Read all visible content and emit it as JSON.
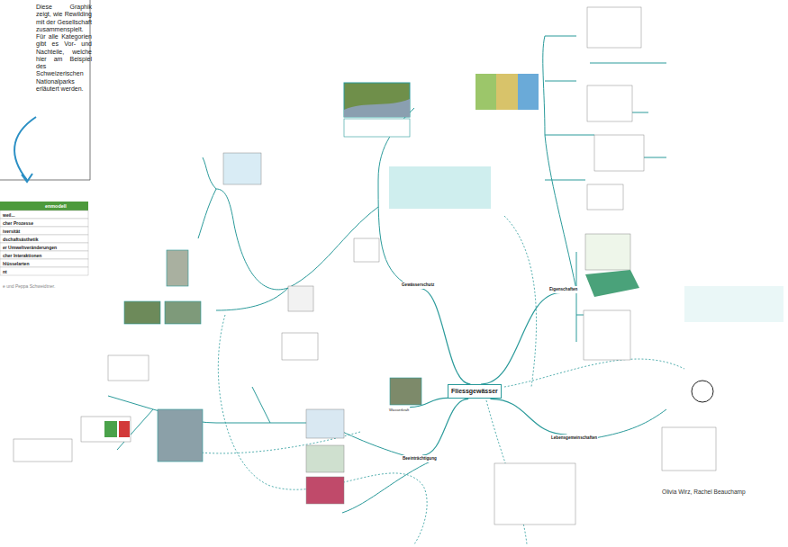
{
  "diagram": {
    "nodes": [
      {
        "text": [
          "Diese Graphik zeigt, wie Rewilding mit der Gesellschaft zusammenspielt. Für alle Kategorien gibt es Vor- und Nachteile, welche hier am Beispiel des Schweizerischen Nationalparks erläutert werden."
        ]
      },
      {
        "text": [
          "Fliessgewässer"
        ]
      },
      {
        "text": [
          "Gewässerschutz"
        ]
      },
      {
        "text": [
          "Eigenschaften"
        ]
      },
      {
        "text": [
          "Lebensgemeinschaften"
        ]
      },
      {
        "text": [
          "Beeinträchtigung"
        ]
      },
      {
        "text": [
          "Wasserkraft"
        ]
      }
    ],
    "edges": [
      {
        "from": 1,
        "to": 2,
        "arrow": "none"
      },
      {
        "from": 1,
        "to": 3,
        "arrow": "none"
      },
      {
        "from": 1,
        "to": 4,
        "arrow": "none"
      },
      {
        "from": 1,
        "to": 5,
        "arrow": "none"
      },
      {
        "from": 1,
        "to": 6,
        "arrow": "none"
      }
    ],
    "labels": [
      "enmodell",
      "weil...",
      "cher Prozesse",
      "iversität",
      "dschaftsästhetik",
      "er Umweltveränderungen",
      "cher Interaktionen",
      "hlüsselarten",
      "nt",
      "e und Peppa Schweidtner.",
      "Olivia Wirz, Rachel Beauchamp"
    ]
  }
}
